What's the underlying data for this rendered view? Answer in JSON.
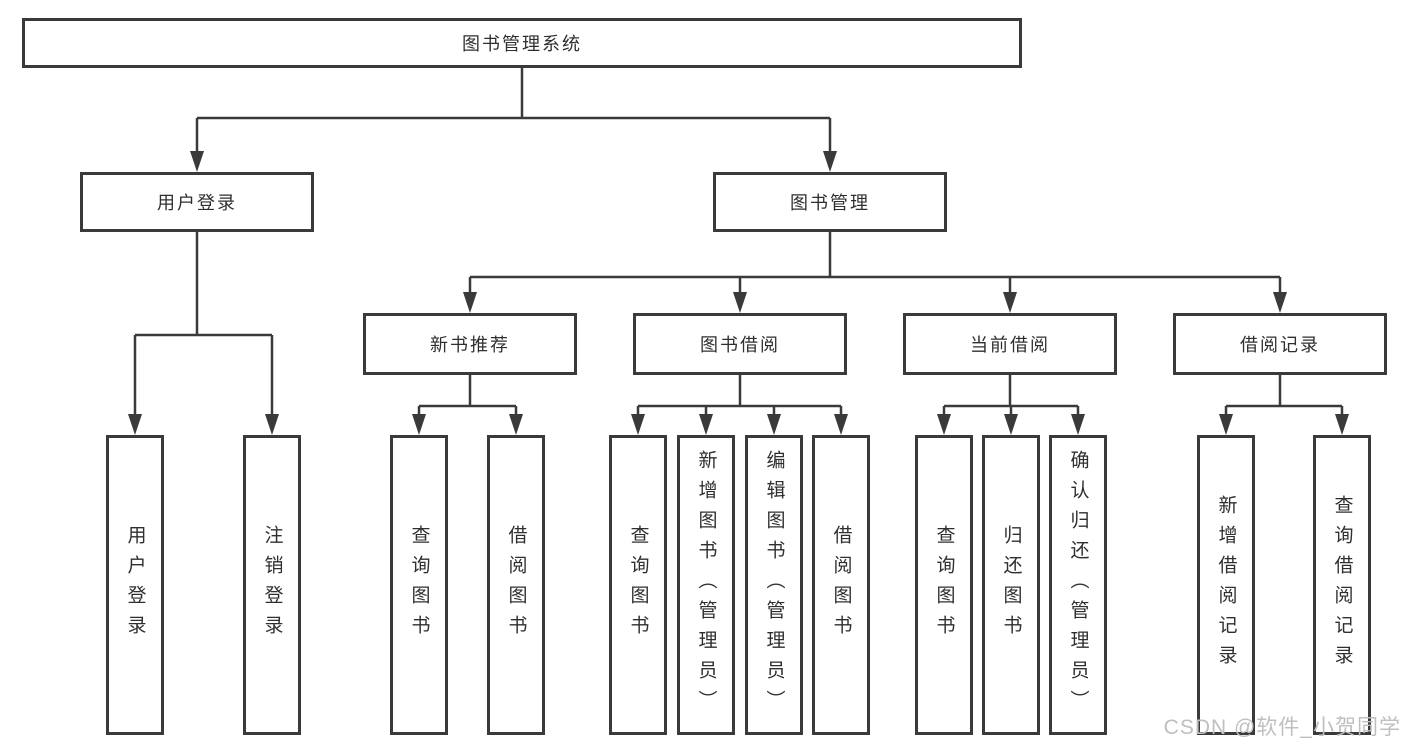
{
  "diagram": {
    "root": {
      "label": "图书管理系统"
    },
    "level2": [
      {
        "label": "用户登录"
      },
      {
        "label": "图书管理"
      }
    ],
    "level3": [
      {
        "label": "新书推荐",
        "parent": "图书管理"
      },
      {
        "label": "图书借阅",
        "parent": "图书管理"
      },
      {
        "label": "当前借阅",
        "parent": "图书管理"
      },
      {
        "label": "借阅记录",
        "parent": "图书管理"
      }
    ],
    "leaves": [
      {
        "label": "用户登录",
        "parent": "用户登录"
      },
      {
        "label": "注销登录",
        "parent": "用户登录"
      },
      {
        "label": "查询图书",
        "parent": "新书推荐"
      },
      {
        "label": "借阅图书",
        "parent": "新书推荐"
      },
      {
        "label": "查询图书",
        "parent": "图书借阅"
      },
      {
        "label": "新增图书（管理员）",
        "parent": "图书借阅"
      },
      {
        "label": "编辑图书（管理员）",
        "parent": "图书借阅"
      },
      {
        "label": "借阅图书",
        "parent": "图书借阅"
      },
      {
        "label": "查询图书",
        "parent": "当前借阅"
      },
      {
        "label": "归还图书",
        "parent": "当前借阅"
      },
      {
        "label": "确认归还（管理员）",
        "parent": "当前借阅"
      },
      {
        "label": "新增借阅记录",
        "parent": "借阅记录"
      },
      {
        "label": "查询借阅记录",
        "parent": "借阅记录"
      }
    ],
    "colors": {
      "line": "#3a3a3a",
      "box_fill": "#ffffff",
      "text": "#2f2f2f"
    }
  },
  "watermark": {
    "text": "CSDN @软件_小贺同学",
    "color": "#bfbfbf"
  }
}
